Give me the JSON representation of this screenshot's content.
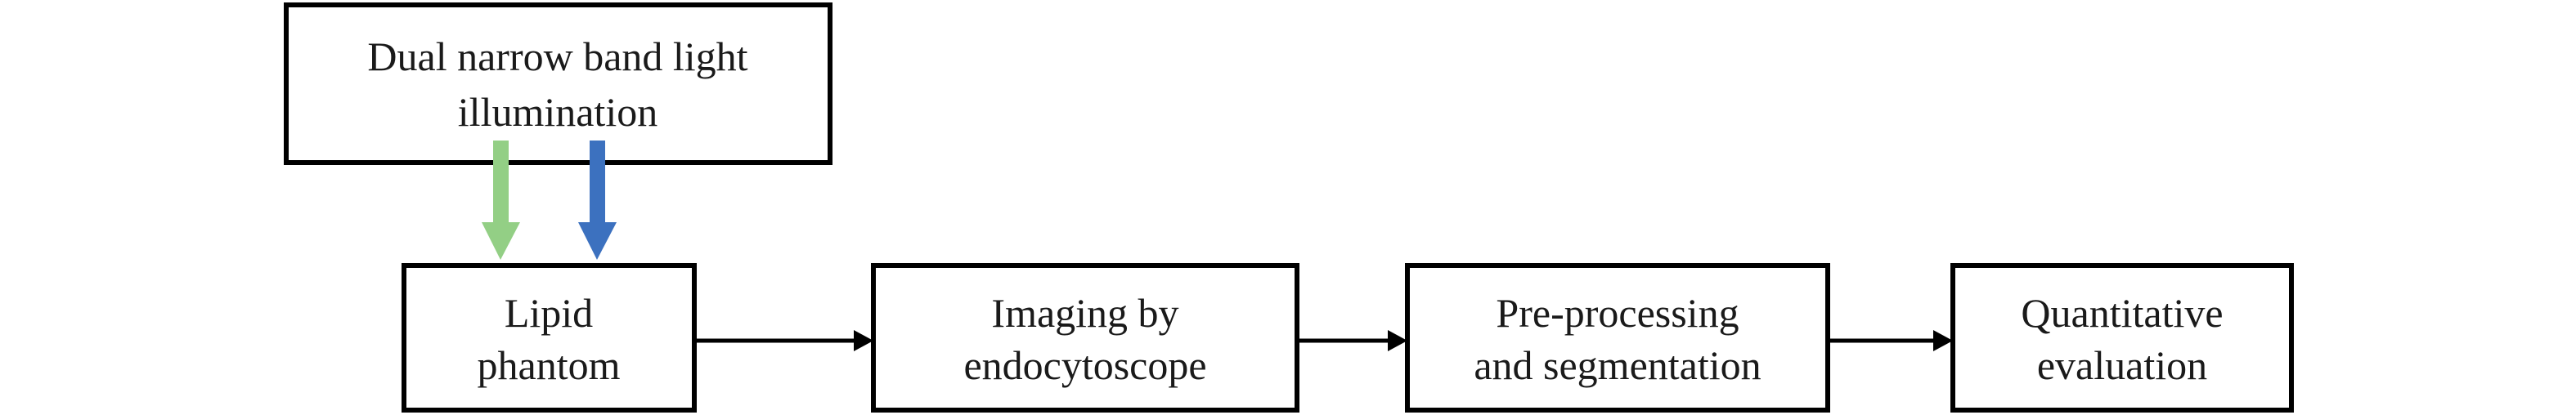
{
  "illumination": {
    "line1": "Dual narrow band light",
    "line2": "illumination",
    "arrow_colors": {
      "green": "#93cf85",
      "blue": "#3c71bf"
    }
  },
  "steps": [
    {
      "line1": "Lipid",
      "line2": "phantom"
    },
    {
      "line1": "Imaging by",
      "line2": "endocytoscope"
    },
    {
      "line1": "Pre-processing",
      "line2": "and segmentation"
    },
    {
      "line1": "Quantitative",
      "line2": "evaluation"
    }
  ]
}
